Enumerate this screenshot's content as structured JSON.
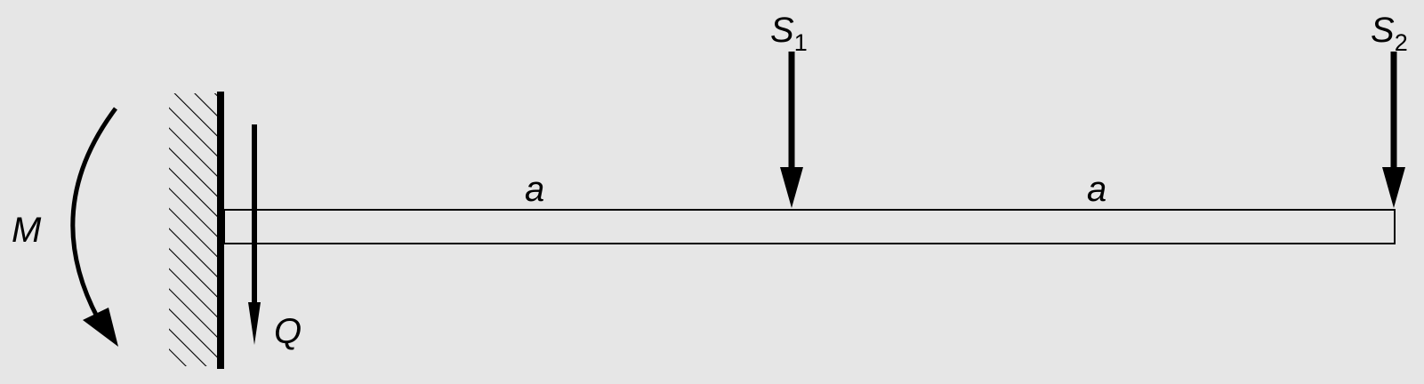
{
  "diagram": {
    "labels": {
      "moment": "M",
      "shear": "Q",
      "load1": "S",
      "load1_sub": "1",
      "load2": "S",
      "load2_sub": "2",
      "span1": "a",
      "span2": "a"
    },
    "colors": {
      "background": "#e6e6e6",
      "ink": "#000000",
      "beam_fill": "#e6e6e6"
    }
  }
}
